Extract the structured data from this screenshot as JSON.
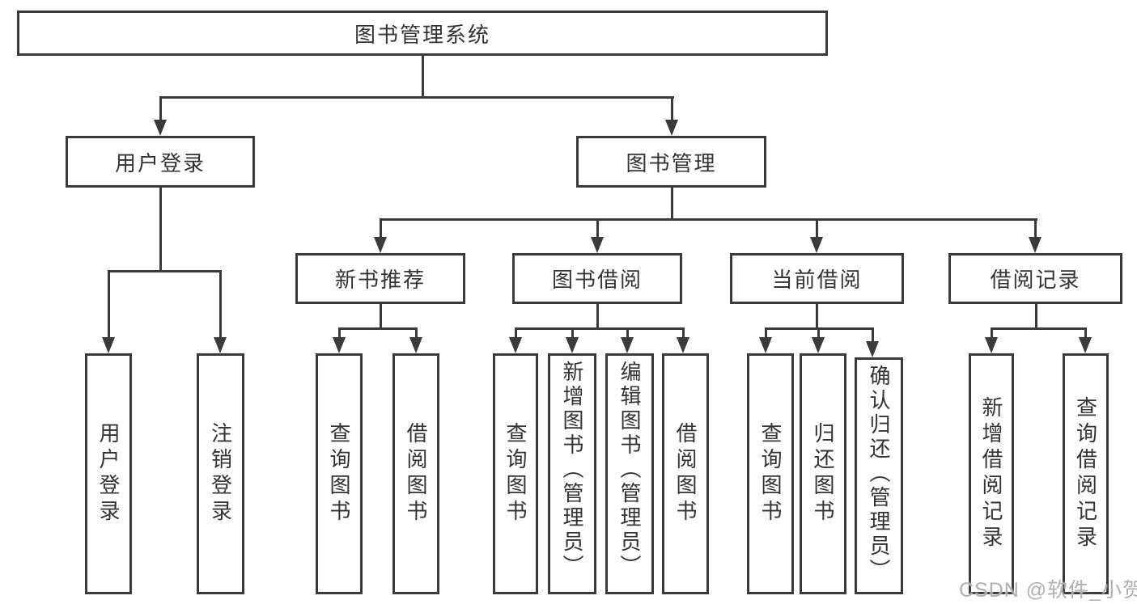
{
  "diagram": {
    "type": "tree",
    "root": {
      "label": "图书管理系统",
      "children": [
        {
          "label": "用户登录",
          "children": [
            {
              "label": "用户登录"
            },
            {
              "label": "注销登录"
            }
          ]
        },
        {
          "label": "图书管理",
          "children": [
            {
              "label": "新书推荐",
              "children": [
                {
                  "label": "查询图书"
                },
                {
                  "label": "借阅图书"
                }
              ]
            },
            {
              "label": "图书借阅",
              "children": [
                {
                  "label": "查询图书"
                },
                {
                  "label": "新增图书（管理员）"
                },
                {
                  "label": "编辑图书（管理员）"
                },
                {
                  "label": "借阅图书"
                }
              ]
            },
            {
              "label": "当前借阅",
              "children": [
                {
                  "label": "查询图书"
                },
                {
                  "label": "归还图书"
                },
                {
                  "label": "确认归还（管理员）"
                }
              ]
            },
            {
              "label": "借阅记录",
              "children": [
                {
                  "label": "新增借阅记录"
                },
                {
                  "label": "查询借阅记录"
                }
              ]
            }
          ]
        }
      ]
    }
  },
  "colors": {
    "line": "#3a3a3a",
    "text": "#333333",
    "background": "#ffffff",
    "watermark": "#acacac"
  },
  "watermark": {
    "text": "CSDN @软件_小贺同学"
  }
}
